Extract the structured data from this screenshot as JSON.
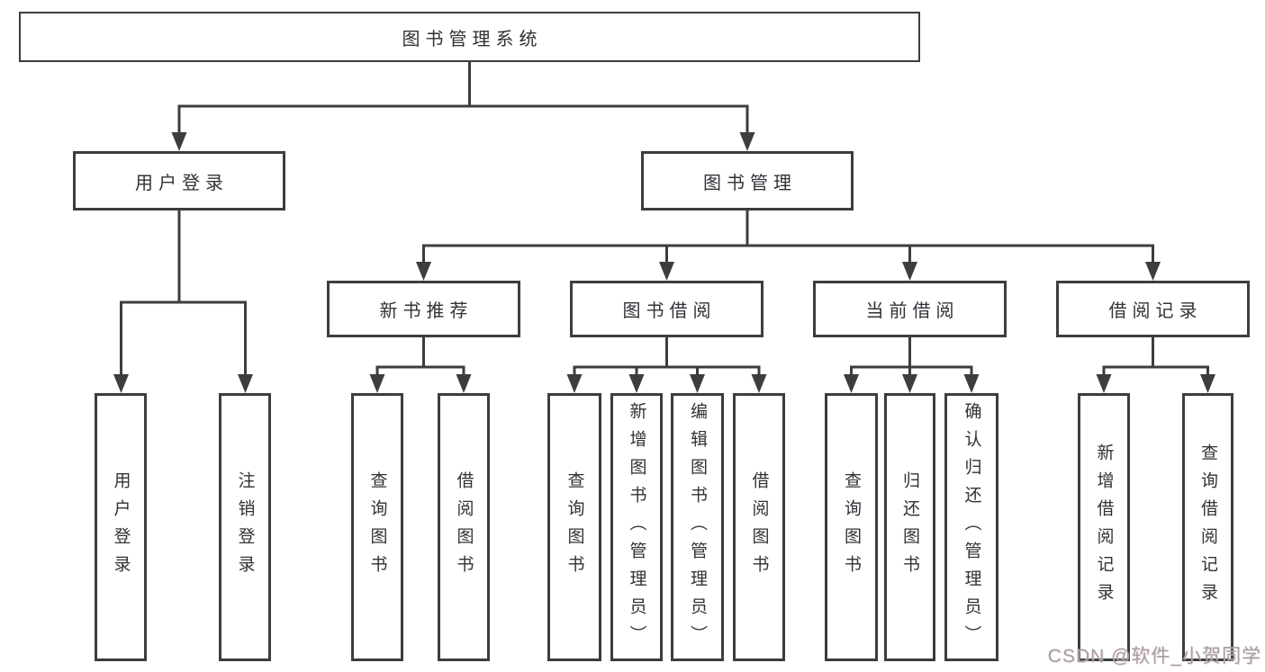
{
  "diagram": {
    "root": {
      "label": "图书管理系统"
    },
    "level2": [
      {
        "label": "用户登录"
      },
      {
        "label": "图书管理"
      }
    ],
    "level3": [
      {
        "label": "新书推荐"
      },
      {
        "label": "图书借阅"
      },
      {
        "label": "当前借阅"
      },
      {
        "label": "借阅记录"
      }
    ],
    "level4": {
      "user_login_children": [
        {
          "label": "用户登录"
        },
        {
          "label": "注销登录"
        }
      ],
      "new_book_children": [
        {
          "label": "查询图书"
        },
        {
          "label": "借阅图书"
        }
      ],
      "book_borrow_children": [
        {
          "label": "查询图书"
        },
        {
          "label": "新增图书（管理员）"
        },
        {
          "label": "编辑图书（管理员）"
        },
        {
          "label": "借阅图书"
        }
      ],
      "current_borrow_children": [
        {
          "label": "查询图书"
        },
        {
          "label": "归还图书"
        },
        {
          "label": "确认归还（管理员）"
        }
      ],
      "borrow_record_children": [
        {
          "label": "新增借阅记录"
        },
        {
          "label": "查询借阅记录"
        }
      ]
    },
    "watermark": "CSDN @软件_小贺同学",
    "colors": {
      "line": "#3d3d3d",
      "box_border": "#3d3d3d",
      "text": "#303237",
      "watermark_text": "#9fa0a3",
      "background": "#ffffff"
    }
  }
}
